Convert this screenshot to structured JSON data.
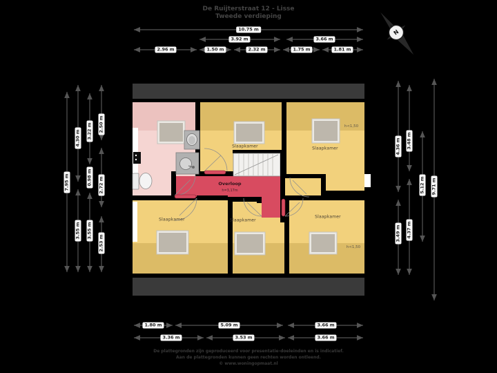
{
  "title": {
    "line1": "De Ruijterstraat 12 - Lisse",
    "line2": "Tweede verdieping"
  },
  "compass": {
    "label": "N"
  },
  "plan": {
    "rooms": {
      "top_middle": "Slaapkamer",
      "top_right": "Slaapkamer",
      "top_right_note": "h<1,50",
      "bottom_left": "Slaapkamer",
      "bottom_middle": "Slaapkamer",
      "bottom_right": "Slaapkamer",
      "bottom_right_note": "h<1,50",
      "hall": "Overloop",
      "hall_height": "h=3,17m"
    }
  },
  "dimensions": {
    "top": [
      "10.75 m",
      "3.92 m",
      "3.66 m",
      "2.96 m",
      "1.50 m",
      "2.32 m",
      "1.75 m",
      "1.81 m"
    ],
    "bottom": [
      "1.80 m",
      "5.09 m",
      "3.66 m",
      "3.36 m",
      "3.53 m",
      "3.66 m"
    ],
    "left": [
      "7.95 m",
      "4.30 m",
      "3.55 m",
      "3.22 m",
      "0.98 m",
      "3.55 m",
      "2.50 m",
      "2.72 m",
      "2.53 m"
    ],
    "right": [
      "4.36 m",
      "3.49 m",
      "3.48 m",
      "4.37 m",
      "5.12 m",
      "9.71 m"
    ]
  },
  "footer": {
    "line1": "De plattegronden zijn geproduceerd voor presentatie-doeleinden en is indicatief.",
    "line2": "Aan de plattegronden kunnen geen rechten worden ontleend.",
    "line3": "© www.woningopmaat.nl"
  },
  "colors": {
    "background": "#000000",
    "room_yellow": "#f2d17c",
    "room_yellow_shaded": "#dcbb66",
    "bathroom_pink": "#f5d5d2",
    "bathroom_pink_shaded": "#ecc2bf",
    "hall_red": "#d84b60",
    "roof_band": "#3a3a3a",
    "dimension_line": "#555555",
    "label_pill": "#f8f8f8"
  }
}
